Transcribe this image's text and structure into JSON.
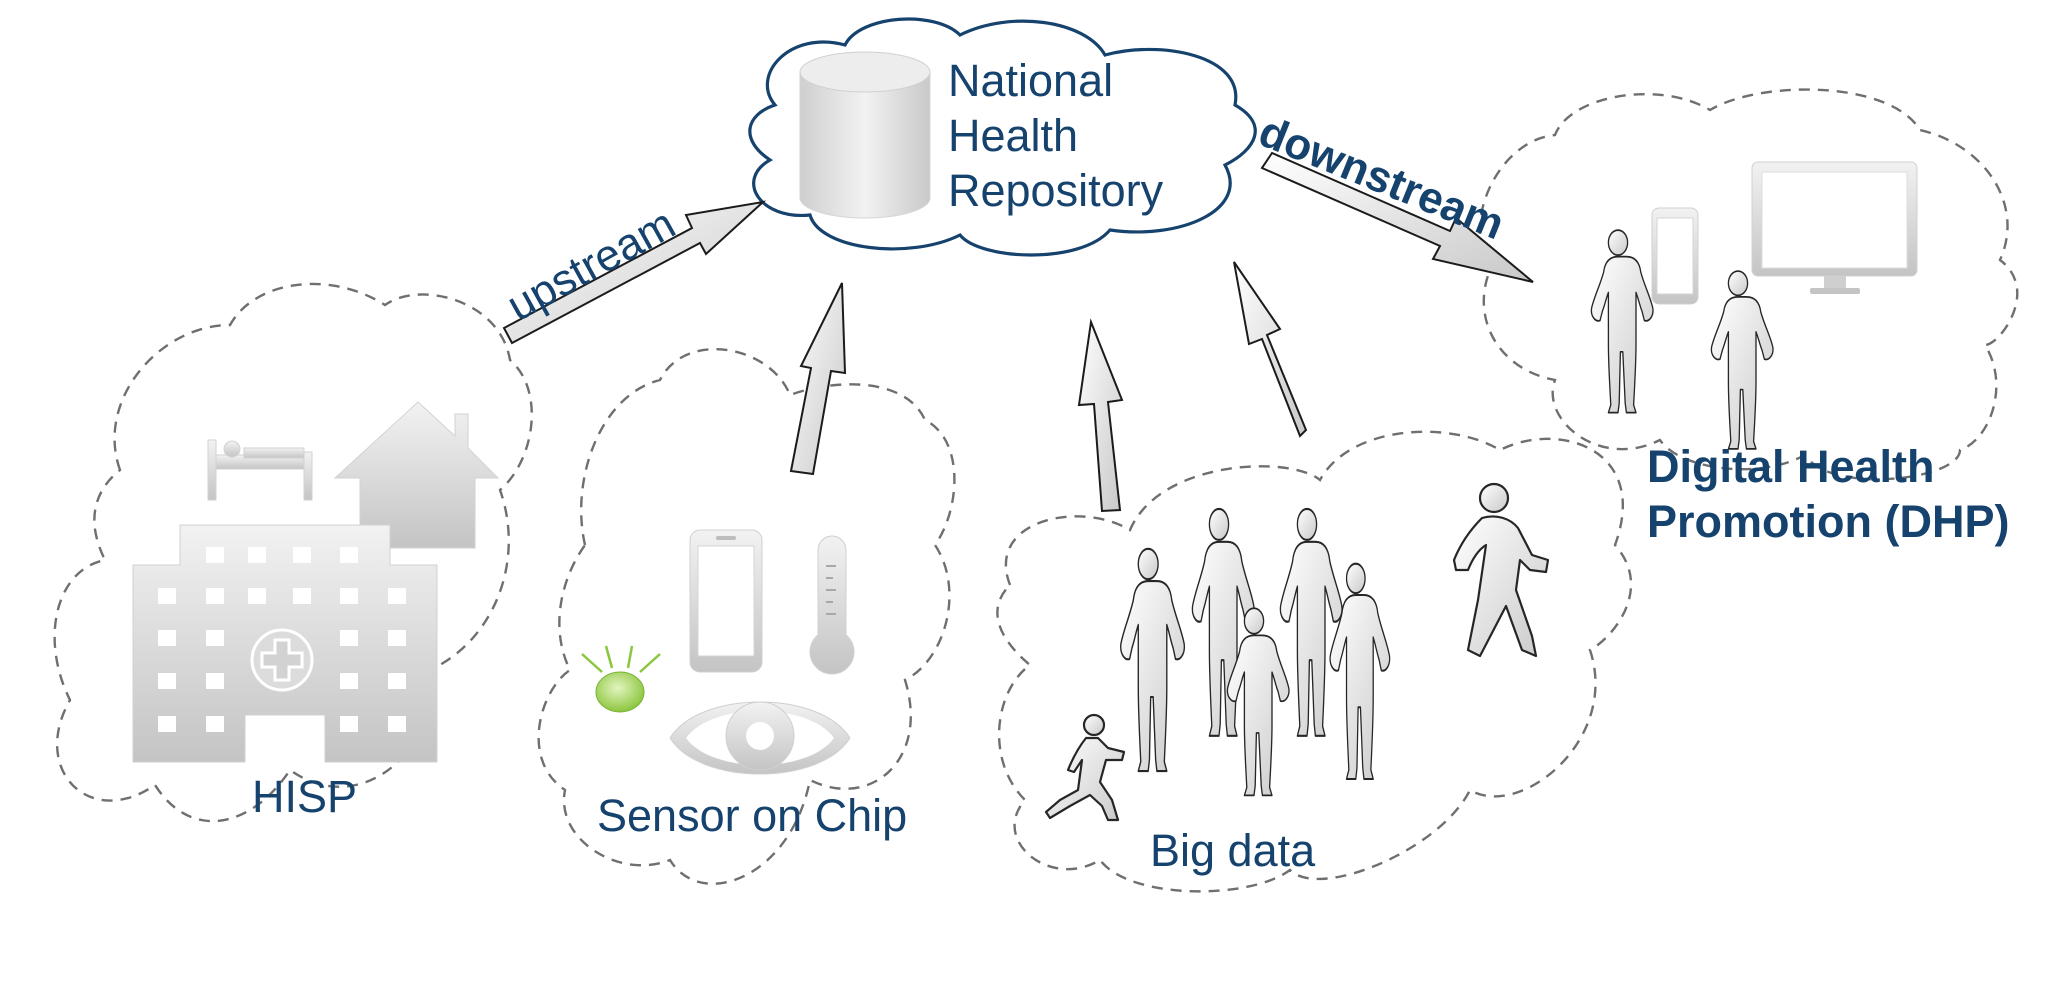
{
  "title": "",
  "repository": {
    "label_lines": [
      "National",
      "Health",
      "Repository"
    ]
  },
  "arrows": {
    "upstream": "upstream",
    "downstream": "downstream"
  },
  "sources": {
    "hisp": "HISP",
    "sensor": "Sensor on Chip",
    "bigdata": "Big data"
  },
  "dhp": {
    "label_lines": [
      "Digital Health",
      "Promotion (DHP)"
    ]
  },
  "colors": {
    "text": "#16426e",
    "cloud_outline": "#16426e",
    "dashed_outline": "#6f6f6f",
    "icon_gray": "#d0d0d0",
    "sensor_led": "#8cc63f"
  },
  "icons": [
    "database-icon",
    "bed-icon",
    "house-icon",
    "hospital-icon",
    "smartphone-icon",
    "thermometer-icon",
    "eye-icon",
    "led-icon",
    "person-icon",
    "walking-person-icon",
    "running-person-icon",
    "monitor-icon"
  ]
}
